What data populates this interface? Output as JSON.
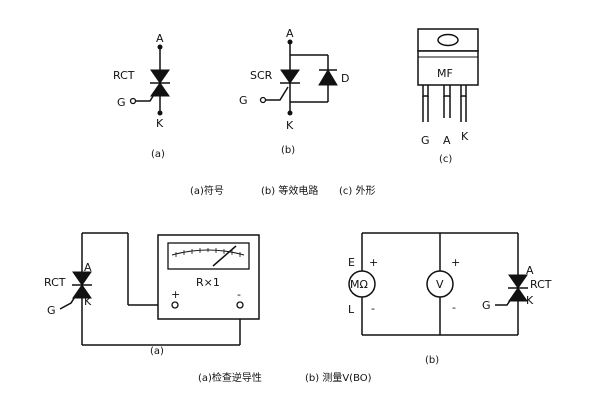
{
  "diagrams": {
    "a": {
      "device_label": "RCT",
      "pin_anode": "A",
      "pin_gate": "G",
      "pin_cathode": "K",
      "caption": "(a)"
    },
    "b": {
      "device_label": "SCR",
      "diode_label": "D",
      "pin_anode": "A",
      "pin_gate": "G",
      "pin_cathode": "K",
      "caption": "(b)"
    },
    "c": {
      "package_marking": "MF",
      "pins": [
        "G",
        "A",
        "K"
      ],
      "caption": "(c)"
    },
    "top_caption": {
      "a": "(a)符号",
      "b": "(b) 等效电路",
      "c": "(c) 外形"
    },
    "test_a": {
      "device_label": "RCT",
      "pin_anode": "A",
      "pin_gate": "G",
      "pin_cathode": "K",
      "meter_range": "R×1",
      "terminal_plus": "+",
      "terminal_minus": "-",
      "caption": "(a)"
    },
    "test_b": {
      "meter_m": "MΩ",
      "meter_v": "V",
      "terminal_e": "E",
      "terminal_l": "L",
      "plus_sign": "+",
      "minus_sign": "-",
      "device_label": "RCT",
      "pin_anode": "A",
      "pin_gate": "G",
      "pin_cathode": "K",
      "caption": "(b)"
    },
    "bottom_caption": {
      "a": "(a)检查逆导性",
      "b": "(b) 测量V(BO)"
    }
  }
}
